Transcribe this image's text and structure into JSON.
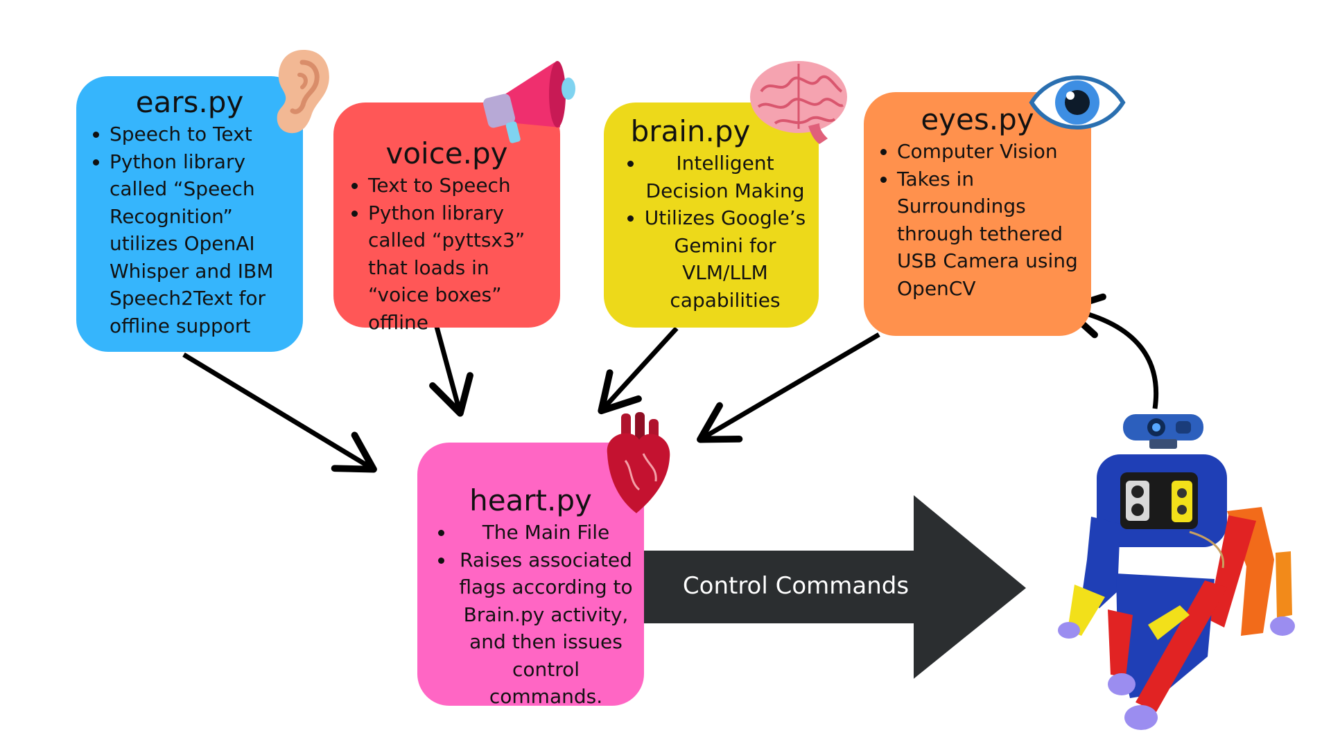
{
  "modules": {
    "ears": {
      "title": "ears.py",
      "bullets": [
        "Speech to Text",
        "Python library called “Speech Recognition” utilizes OpenAI Whisper and IBM Speech2Text for offline support"
      ],
      "color": "#36b5fc",
      "icon": "ear-icon"
    },
    "voice": {
      "title": "voice.py",
      "bullets": [
        "Text to Speech",
        "Python library called “pyttsx3” that loads in “voice boxes” offline"
      ],
      "color": "#ff5757",
      "icon": "megaphone-icon"
    },
    "brain": {
      "title": "brain.py",
      "bullets": [
        "Intelligent Decision Making",
        "Utilizes Google’s Gemini for VLM/LLM capabilities"
      ],
      "color": "#edd91a",
      "icon": "brain-icon"
    },
    "eyes": {
      "title": "eyes.py",
      "bullets": [
        "Computer Vision",
        "Takes in Surroundings through tethered USB Camera using OpenCV"
      ],
      "color": "#ff914d",
      "icon": "eye-icon"
    },
    "heart": {
      "title": "heart.py",
      "bullets": [
        "The Main File",
        "Raises associated flags according to Brain.py activity, and then issues control commands."
      ],
      "color": "#ff66c4",
      "icon": "anatomical-heart-icon"
    }
  },
  "control_arrow": {
    "label": "Control Commands",
    "color": "#2b2e30"
  },
  "robot": {
    "icon": "robot-dog-icon",
    "camera_icon": "webcam-icon"
  }
}
